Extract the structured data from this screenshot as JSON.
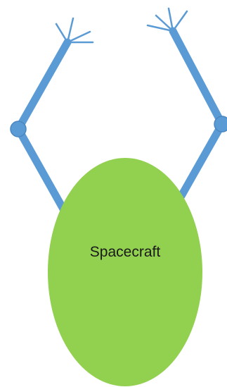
{
  "diagram": {
    "body_label": "Spacecraft"
  },
  "colors": {
    "body_fill": "#92d050",
    "arm": "#5b9bd5",
    "background": "#ffffff"
  },
  "parts": {
    "body": "ellipse",
    "arms": [
      "left-arm",
      "right-arm"
    ],
    "joints": [
      "elbow-joint-left",
      "elbow-joint-right"
    ],
    "grippers": [
      "left-gripper-claw-icon",
      "right-gripper-claw-icon"
    ]
  }
}
